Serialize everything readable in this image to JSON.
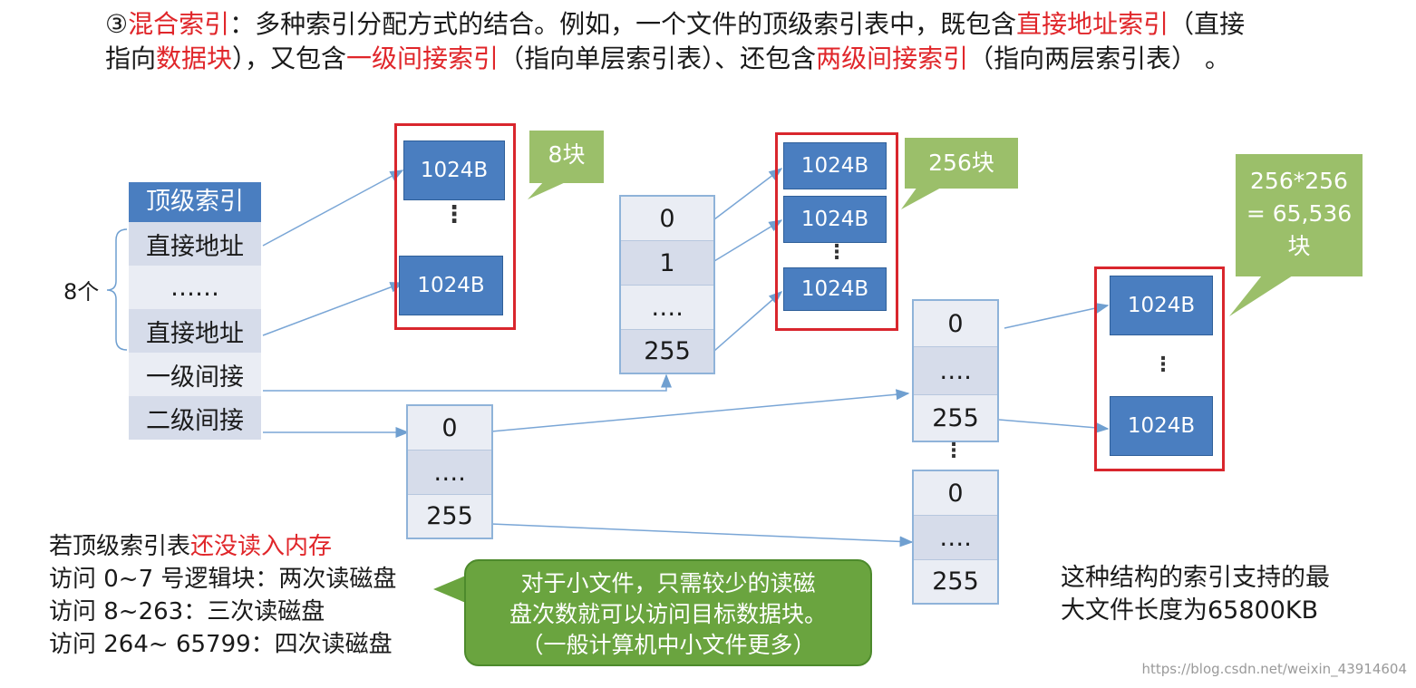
{
  "intro": {
    "num": "③",
    "term": "混合索引",
    "p1": "：多种索引分配方式的结合。例如，一个文件的顶级索引表中，既包含",
    "direct": "直接地址索引",
    "p2": "（直接",
    "p3": "指向",
    "datablock": "数据块",
    "p4": "），又包含",
    "single": "一级间接索引",
    "p5": "（指向单层索引表）、还包含",
    "double": "两级间接索引",
    "p6": "（指向两层索引表）  。"
  },
  "top_index": {
    "header": "顶级索引",
    "rows": [
      "直接地址",
      "……",
      "直接地址",
      "一级间接",
      "二级间接"
    ],
    "brace_label": "8个"
  },
  "blocks": {
    "size_label": "1024B",
    "vdots": "⋮",
    "callout_8": "8块",
    "callout_256": "256块",
    "callout_65536_l1": "256*256",
    "callout_65536_l2": "= 65,536",
    "callout_65536_l3": "块"
  },
  "index_tables": {
    "single": [
      "0",
      "1",
      "….",
      "255"
    ],
    "double_first": [
      "0",
      "….",
      "255"
    ],
    "double_second_a": [
      "0",
      "….",
      "255"
    ],
    "double_second_b": [
      "0",
      "….",
      "255"
    ]
  },
  "notes": {
    "l1_a": "若顶级索引表",
    "l1_b": "还没读入内存",
    "l2": "访问 0~7 号逻辑块：两次读磁盘",
    "l3": "访问 8~263：三次读磁盘",
    "l4": "访问 264~ 65799：四次读磁盘"
  },
  "tip": {
    "l1": "对于小文件，只需较少的读磁",
    "l2": "盘次数就可以访问目标数据块。",
    "l3": "（一般计算机中小文件更多）"
  },
  "conclusion": {
    "l1": "这种结构的索引支持的最",
    "l2": "大文件长度为65800KB"
  },
  "watermark": "https://blog.csdn.net/weixin_43914604",
  "colors": {
    "accent_red": "#e0262a",
    "block_blue": "#4a7ec0",
    "callout_green": "#9bbf6a",
    "tip_green": "#6aa43f"
  }
}
